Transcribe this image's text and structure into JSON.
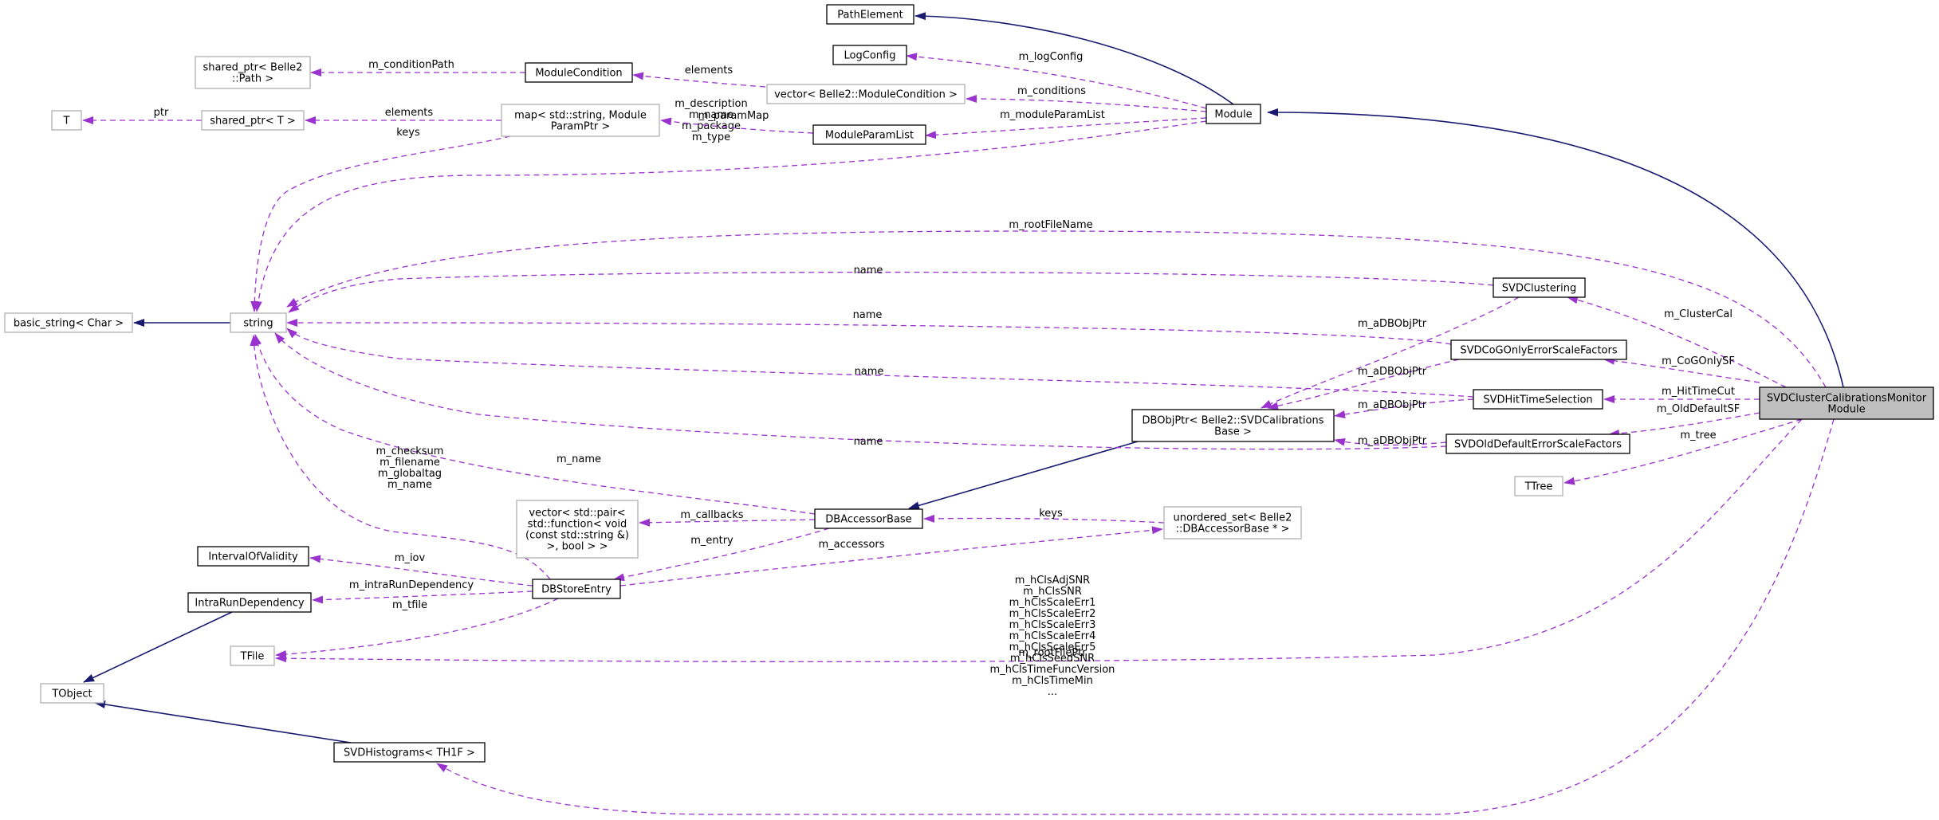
{
  "colors": {
    "inheritance": "#191970",
    "usage": "#9a32cd",
    "focus_fill": "#bfbfbf"
  },
  "nodes": {
    "PathElement": [
      "PathElement"
    ],
    "LogConfig": [
      "LogConfig"
    ],
    "Module": [
      "Module"
    ],
    "sharedPath": [
      "shared_ptr< Belle2",
      "::Path >"
    ],
    "ModuleCondition": [
      "ModuleCondition"
    ],
    "vectorModuleCondition": [
      "vector< Belle2::ModuleCondition >"
    ],
    "T": [
      "T"
    ],
    "sharedT": [
      "shared_ptr< T >"
    ],
    "mapParam": [
      "map< std::string, Module",
      "ParamPtr >"
    ],
    "ModuleParamList": [
      "ModuleParamList"
    ],
    "basicString": [
      "basic_string< Char >"
    ],
    "string": [
      "string"
    ],
    "SVDClustering": [
      "SVDClustering"
    ],
    "SVDCoGOnly": [
      "SVDCoGOnlyErrorScaleFactors"
    ],
    "SVDHitTime": [
      "SVDHitTimeSelection"
    ],
    "SVDOldDefault": [
      "SVDOldDefaultErrorScaleFactors"
    ],
    "DBObjPtr": [
      "DBObjPtr< Belle2::SVDCalibrations",
      "Base >"
    ],
    "Monitor": [
      "SVDClusterCalibrationsMonitor",
      "Module"
    ],
    "TTree": [
      "TTree"
    ],
    "vectorPair": [
      "vector< std::pair<",
      "std::function< void",
      "(const std::string &)",
      ">, bool > >"
    ],
    "DBAccessorBase": [
      "DBAccessorBase"
    ],
    "unorderedSet": [
      "unordered_set< Belle2",
      "::DBAccessorBase * >"
    ],
    "IntervalOfValidity": [
      "IntervalOfValidity"
    ],
    "IntraRunDependency": [
      "IntraRunDependency"
    ],
    "DBStoreEntry": [
      "DBStoreEntry"
    ],
    "TFile": [
      "TFile"
    ],
    "TObject": [
      "TObject"
    ],
    "SVDHistograms": [
      "SVDHistograms< TH1F >"
    ]
  },
  "edges": [
    {
      "from": "Module",
      "to": "PathElement",
      "kind": "inheritance",
      "labels": []
    },
    {
      "from": "Monitor",
      "to": "Module",
      "kind": "inheritance",
      "labels": []
    },
    {
      "from": "string",
      "to": "basicString",
      "kind": "inheritance",
      "labels": []
    },
    {
      "from": "DBObjPtr",
      "to": "DBAccessorBase",
      "kind": "inheritance",
      "labels": []
    },
    {
      "from": "IntraRunDependency",
      "to": "TObject",
      "kind": "inheritance",
      "labels": []
    },
    {
      "from": "SVDHistograms",
      "to": "TObject",
      "kind": "inheritance",
      "labels": []
    },
    {
      "from": "Module",
      "to": "LogConfig",
      "kind": "usage",
      "labels": [
        "m_logConfig"
      ]
    },
    {
      "from": "Module",
      "to": "vectorModuleCondition",
      "kind": "usage",
      "labels": [
        "m_conditions"
      ]
    },
    {
      "from": "Module",
      "to": "ModuleParamList",
      "kind": "usage",
      "labels": [
        "m_moduleParamList"
      ]
    },
    {
      "from": "Module",
      "to": "string",
      "kind": "usage",
      "labels": [
        "m_description",
        "m_name",
        "m_package",
        "m_type"
      ]
    },
    {
      "from": "vectorModuleCondition",
      "to": "ModuleCondition",
      "kind": "usage",
      "labels": [
        "elements"
      ]
    },
    {
      "from": "ModuleCondition",
      "to": "sharedPath",
      "kind": "usage",
      "labels": [
        "m_conditionPath"
      ]
    },
    {
      "from": "ModuleParamList",
      "to": "mapParam",
      "kind": "usage",
      "labels": [
        "m_paramMap"
      ]
    },
    {
      "from": "mapParam",
      "to": "sharedT",
      "kind": "usage",
      "labels": [
        "elements"
      ]
    },
    {
      "from": "mapParam",
      "to": "string",
      "kind": "usage",
      "labels": [
        "keys"
      ]
    },
    {
      "from": "sharedT",
      "to": "T",
      "kind": "usage",
      "labels": [
        "ptr"
      ]
    },
    {
      "from": "Monitor",
      "to": "string",
      "kind": "usage",
      "labels": [
        "m_rootFileName"
      ]
    },
    {
      "from": "SVDClustering",
      "to": "string",
      "kind": "usage",
      "labels": [
        "name"
      ]
    },
    {
      "from": "SVDCoGOnly",
      "to": "string",
      "kind": "usage",
      "labels": [
        "name"
      ]
    },
    {
      "from": "SVDHitTime",
      "to": "string",
      "kind": "usage",
      "labels": [
        "name"
      ]
    },
    {
      "from": "SVDOldDefault",
      "to": "string",
      "kind": "usage",
      "labels": [
        "name"
      ]
    },
    {
      "from": "SVDClustering",
      "to": "DBObjPtr",
      "kind": "usage",
      "labels": [
        "m_aDBObjPtr"
      ]
    },
    {
      "from": "SVDCoGOnly",
      "to": "DBObjPtr",
      "kind": "usage",
      "labels": [
        "m_aDBObjPtr"
      ]
    },
    {
      "from": "SVDHitTime",
      "to": "DBObjPtr",
      "kind": "usage",
      "labels": [
        "m_aDBObjPtr"
      ]
    },
    {
      "from": "SVDOldDefault",
      "to": "DBObjPtr",
      "kind": "usage",
      "labels": [
        "m_aDBObjPtr"
      ]
    },
    {
      "from": "Monitor",
      "to": "SVDClustering",
      "kind": "usage",
      "labels": [
        "m_ClusterCal"
      ]
    },
    {
      "from": "Monitor",
      "to": "SVDCoGOnly",
      "kind": "usage",
      "labels": [
        "m_CoGOnlySF"
      ]
    },
    {
      "from": "Monitor",
      "to": "SVDHitTime",
      "kind": "usage",
      "labels": [
        "m_HitTimeCut"
      ]
    },
    {
      "from": "Monitor",
      "to": "SVDOldDefault",
      "kind": "usage",
      "labels": [
        "m_OldDefaultSF"
      ]
    },
    {
      "from": "Monitor",
      "to": "TTree",
      "kind": "usage",
      "labels": [
        "m_tree"
      ]
    },
    {
      "from": "DBAccessorBase",
      "to": "string",
      "kind": "usage",
      "labels": [
        "m_name"
      ]
    },
    {
      "from": "DBAccessorBase",
      "to": "vectorPair",
      "kind": "usage",
      "labels": [
        "m_callbacks"
      ]
    },
    {
      "from": "unorderedSet",
      "to": "DBAccessorBase",
      "kind": "usage",
      "labels": [
        "keys"
      ]
    },
    {
      "from": "DBAccessorBase",
      "to": "DBStoreEntry",
      "kind": "usage",
      "labels": [
        "m_entry"
      ]
    },
    {
      "from": "DBStoreEntry",
      "to": "unorderedSet",
      "kind": "usage",
      "labels": [
        "m_accessors"
      ]
    },
    {
      "from": "DBStoreEntry",
      "to": "string",
      "kind": "usage",
      "labels": [
        "m_checksum",
        "m_filename",
        "m_globaltag",
        "m_name"
      ]
    },
    {
      "from": "DBStoreEntry",
      "to": "IntervalOfValidity",
      "kind": "usage",
      "labels": [
        "m_iov"
      ]
    },
    {
      "from": "DBStoreEntry",
      "to": "IntraRunDependency",
      "kind": "usage",
      "labels": [
        "m_intraRunDependency"
      ]
    },
    {
      "from": "DBStoreEntry",
      "to": "TFile",
      "kind": "usage",
      "labels": [
        "m_tfile"
      ]
    },
    {
      "from": "Monitor",
      "to": "TFile",
      "kind": "usage",
      "labels": [
        "m_rootFilePtr"
      ]
    },
    {
      "from": "Monitor",
      "to": "SVDHistograms",
      "kind": "usage",
      "labels": [
        "m_hClsAdjSNR",
        "m_hClsSNR",
        "m_hClsScaleErr1",
        "m_hClsScaleErr2",
        "m_hClsScaleErr3",
        "m_hClsScaleErr4",
        "m_hClsScaleErr5",
        "m_hClsSeedSNR",
        "m_hClsTimeFuncVersion",
        "m_hClsTimeMin",
        "..."
      ]
    }
  ]
}
